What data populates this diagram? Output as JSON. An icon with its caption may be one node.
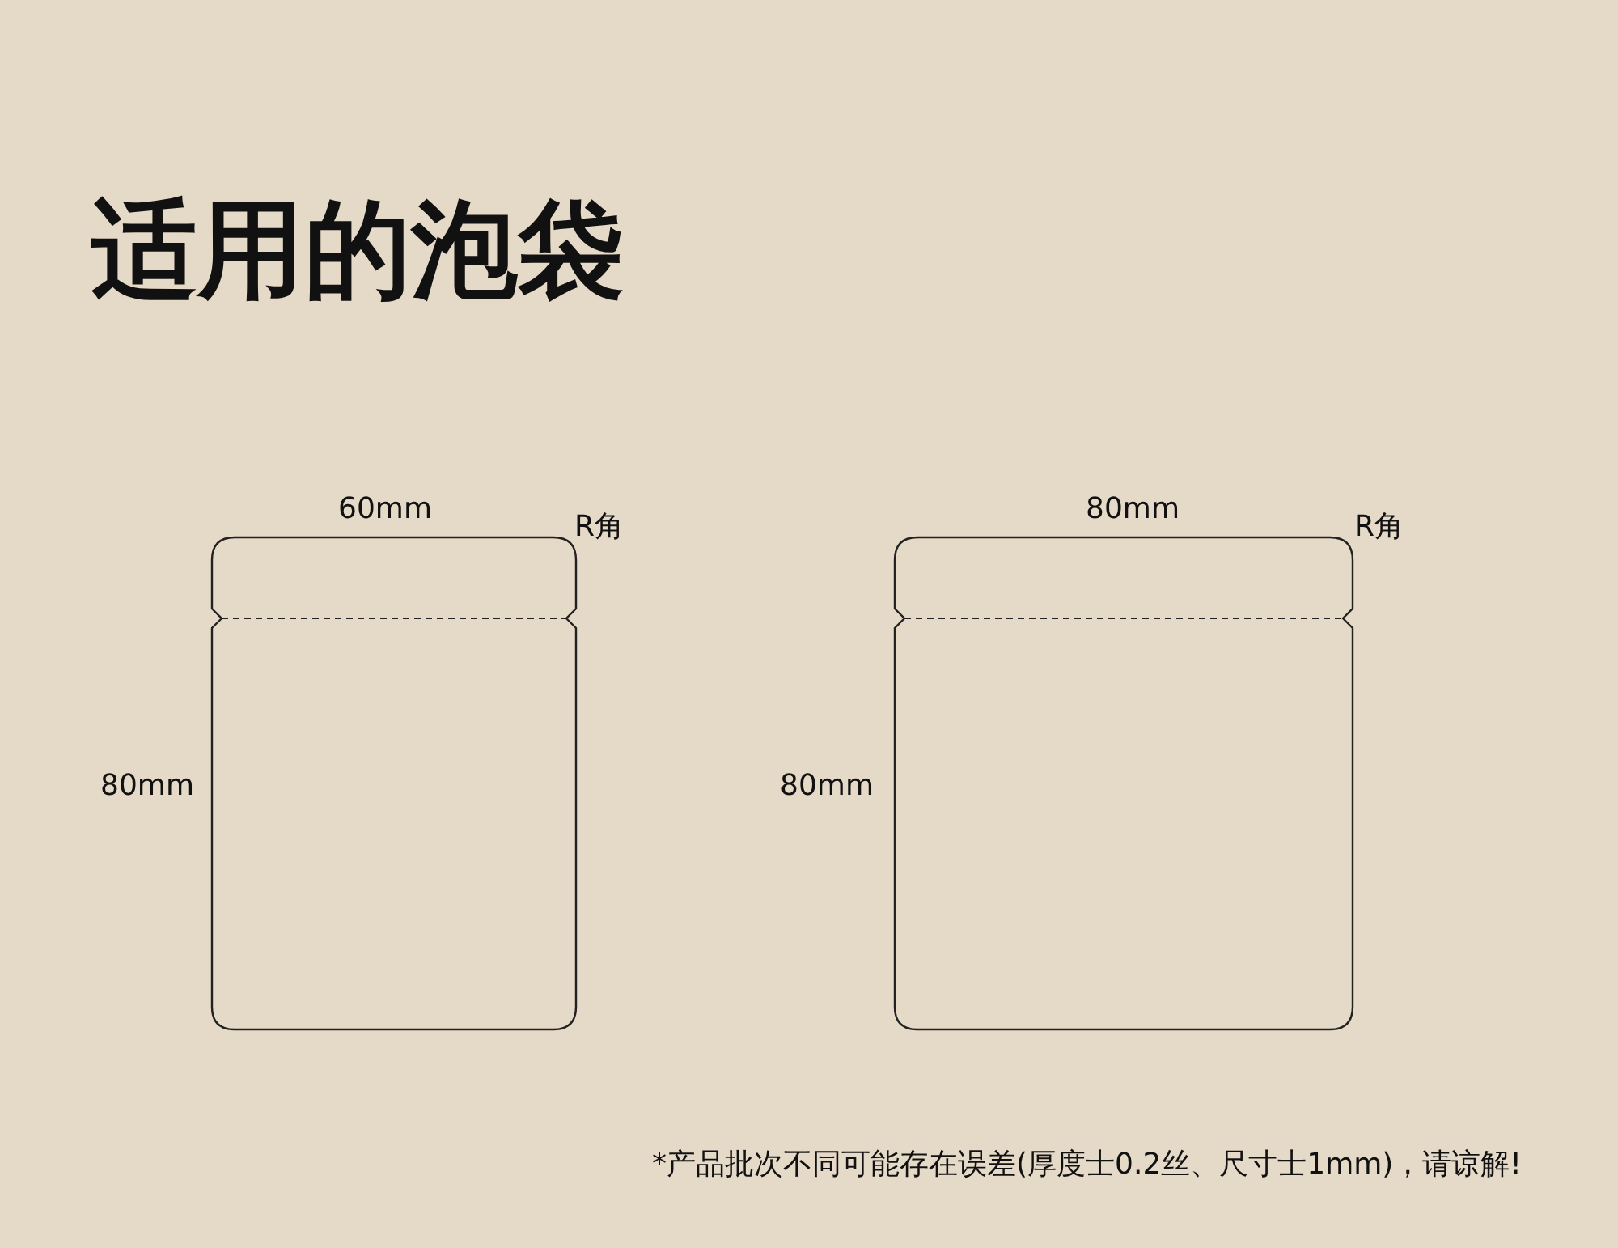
{
  "diagram": {
    "title": "适用的泡袋",
    "labels": [
      "60mm",
      "R角",
      "80mm",
      "80mm",
      "R角",
      "80mm",
      "*产品批次不同可能存在误差(厚度士0.2丝、尺寸士1mm)，请谅解!"
    ]
  }
}
